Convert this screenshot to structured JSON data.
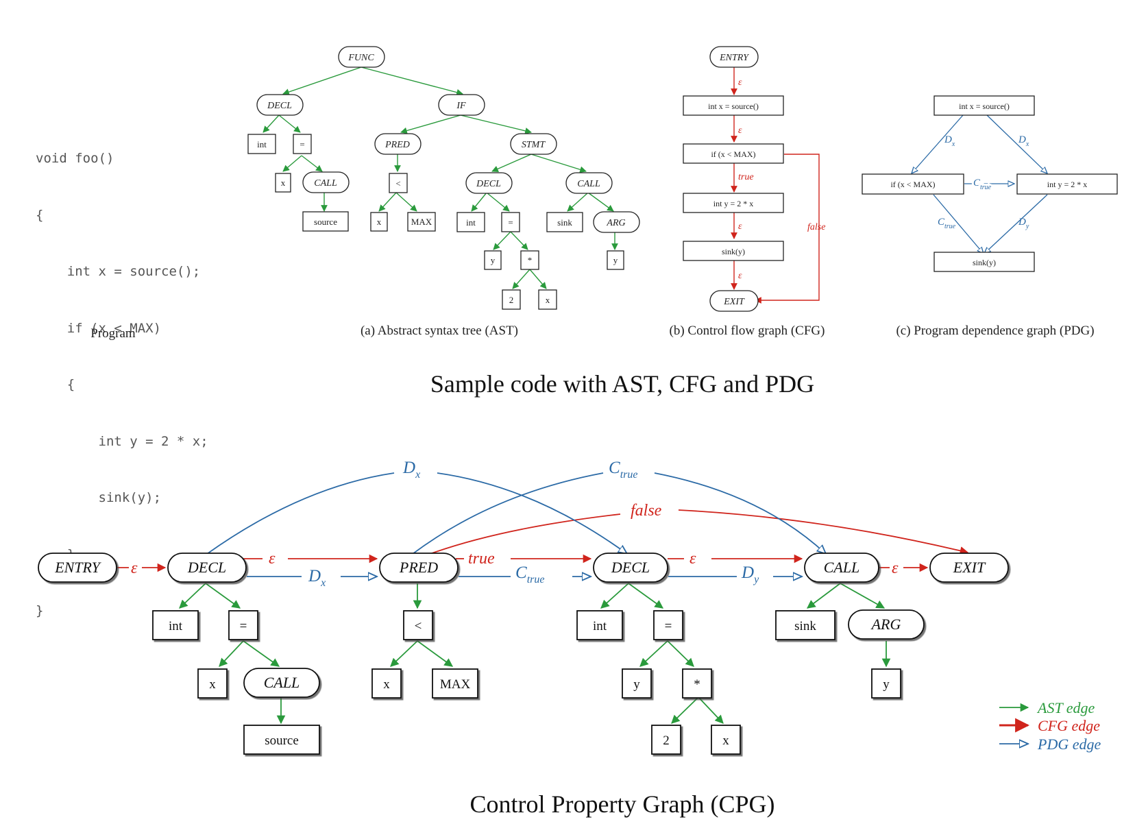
{
  "program": {
    "lines": [
      "void foo()",
      "{",
      "    int x = source();",
      "    if (x < MAX)",
      "    {",
      "        int y = 2 * x;",
      "        sink(y);",
      "    }",
      "}"
    ],
    "caption": "Program"
  },
  "captions": {
    "ast": "(a) Abstract syntax tree (AST)",
    "cfg": "(b) Control flow graph (CFG)",
    "pdg": "(c) Program dependence graph (PDG)",
    "top_title": "Sample code with AST, CFG and PDG",
    "bottom_title": "Control Property Graph (CPG)"
  },
  "ast": {
    "func": "FUNC",
    "decl": "DECL",
    "if": "IF",
    "int": "int",
    "eq": "=",
    "x": "x",
    "call": "CALL",
    "source": "source",
    "pred": "PRED",
    "stmt": "STMT",
    "lt": "<",
    "x2": "x",
    "max": "MAX",
    "decl2": "DECL",
    "call2": "CALL",
    "int2": "int",
    "eq2": "=",
    "sink": "sink",
    "arg": "ARG",
    "y": "y",
    "star": "*",
    "y2": "y",
    "two": "2",
    "x3": "x"
  },
  "cfg": {
    "entry": "ENTRY",
    "n1": "int x = source()",
    "n2": "if (x < MAX)",
    "n3": "int y = 2 * x",
    "n4": "sink(y)",
    "exit": "EXIT",
    "eps": "ε",
    "true": "true",
    "false": "false"
  },
  "pdg": {
    "n1": "int x = source()",
    "n2": "if (x < MAX)",
    "n3": "int y = 2 * x",
    "n4": "sink(y)",
    "D": "D",
    "x": "x",
    "y": "y",
    "C": "C",
    "true": "true"
  },
  "cpg": {
    "entry": "ENTRY",
    "decl1": "DECL",
    "pred": "PRED",
    "decl2": "DECL",
    "call": "CALL",
    "exit": "EXIT",
    "int1": "int",
    "eq1": "=",
    "x1": "x",
    "call1": "CALL",
    "source": "source",
    "lt": "<",
    "x2": "x",
    "max": "MAX",
    "int2": "int",
    "eq2": "=",
    "y1": "y",
    "star": "*",
    "two": "2",
    "x3": "x",
    "sink": "sink",
    "arg": "ARG",
    "y2": "y",
    "eps": "ε",
    "true": "true",
    "false": "false",
    "D": "D",
    "x": "x",
    "y": "y",
    "C": "C",
    "ctrue": "true"
  },
  "legend": {
    "ast": "AST edge",
    "cfg": "CFG edge",
    "pdg": "PDG edge"
  },
  "colors": {
    "ast": "#2a9a3c",
    "cfg": "#d0241c",
    "pdg": "#2b6aa6",
    "text": "#111111"
  }
}
